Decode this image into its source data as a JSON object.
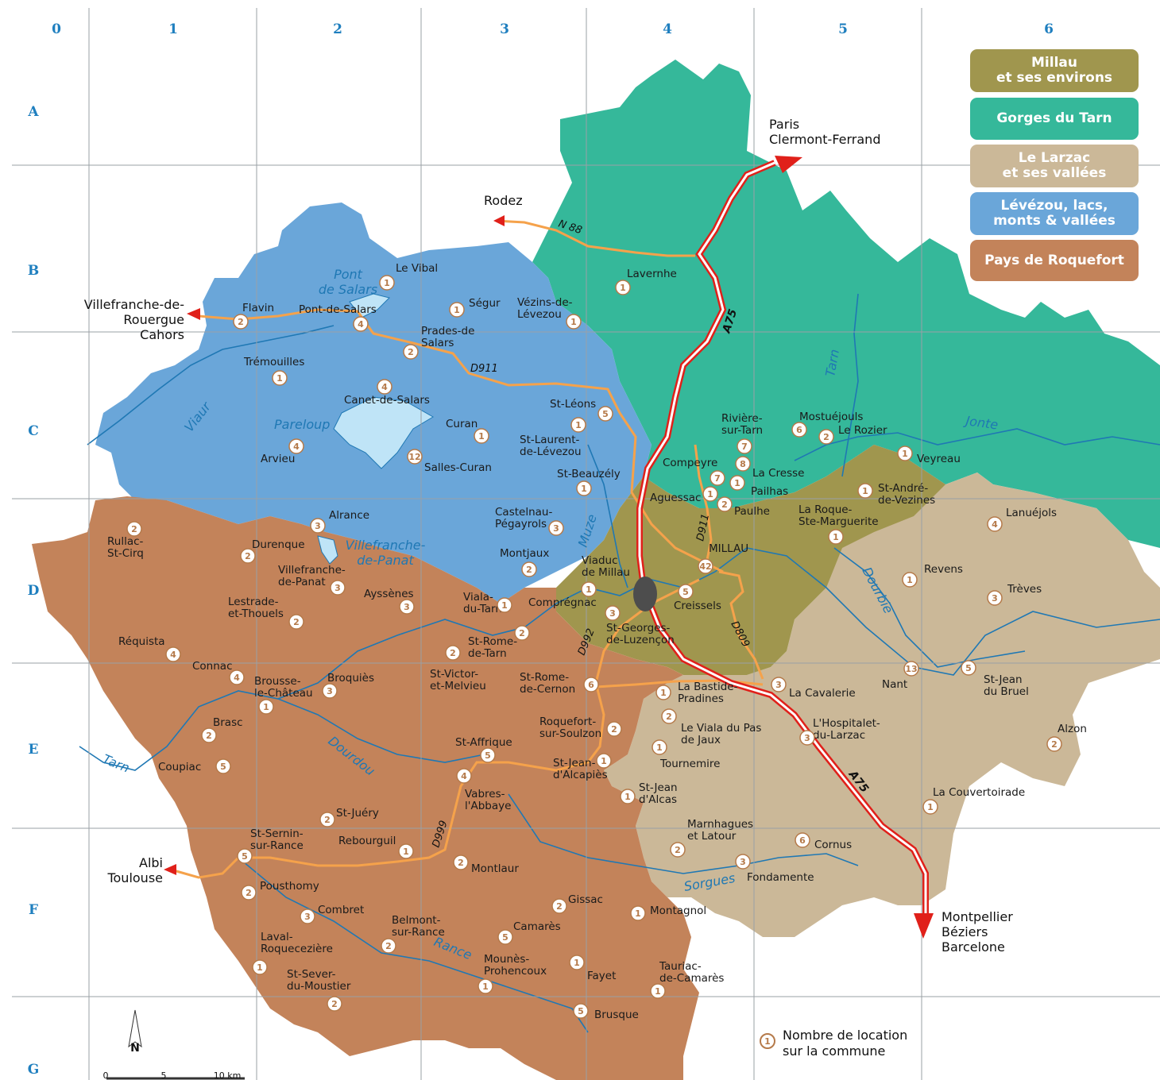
{
  "grid": {
    "columns": [
      "0",
      "1",
      "2",
      "3",
      "4",
      "5",
      "6"
    ],
    "rows": [
      "A",
      "B",
      "C",
      "D",
      "E",
      "F",
      "G"
    ]
  },
  "colors": {
    "millau": "#a0964e",
    "gorges": "#35b89a",
    "larzac": "#cbb898",
    "levezou": "#6aa6d9",
    "roquefort": "#c3835a",
    "rivers": "#1f78b4",
    "road": "#f5a24b",
    "motorway": "#e0201a"
  },
  "legend": [
    {
      "label": "Millau\net ses environs",
      "color": "#a0964e"
    },
    {
      "label": "Gorges du Tarn",
      "color": "#35b89a"
    },
    {
      "label": "Le Larzac\net ses vallées",
      "color": "#cbb898"
    },
    {
      "label": "Lévézou, lacs,\nmonts & vallées",
      "color": "#6aa6d9"
    },
    {
      "label": "Pays de Roquefort",
      "color": "#c3835a"
    }
  ],
  "destinations": {
    "north": "Paris\nClermont-Ferrand",
    "rodez": "Rodez",
    "west": "Villefranche-de-\nRouergue\nCahors",
    "south_west": "Albi\nToulouse",
    "south": "Montpellier\nBéziers\nBarcelone"
  },
  "roads": {
    "a75_1": "A75",
    "a75_2": "A75",
    "n88": "N 88",
    "d911a": "D911",
    "d911b": "D911",
    "d992": "D992",
    "d809": "D809",
    "d999": "D999"
  },
  "waters": {
    "viaur": "Viaur",
    "tarn_n": "Tarn",
    "jonte": "Jonte",
    "muze": "Muze",
    "dourbie": "Dourbie",
    "tarn_w": "Tarn",
    "dourdou": "Dourdou",
    "sorgues": "Sorgues",
    "rance": "Rance",
    "pont_salars": "Pont\nde Salars",
    "pareloup": "Pareloup",
    "villefranche_panat": "Villefranche-\nde-Panat"
  },
  "towns": [
    {
      "name": "Le Vibal",
      "count": 1
    },
    {
      "name": "Flavin",
      "count": 2
    },
    {
      "name": "Pont-de-Salars",
      "count": 4
    },
    {
      "name": "Ségur",
      "count": 1
    },
    {
      "name": "Vézins-de-\nLévezou",
      "count": 1
    },
    {
      "name": "Prades-de\nSalars",
      "count": 2
    },
    {
      "name": "Lavernhe",
      "count": 1
    },
    {
      "name": "Trémouilles",
      "count": 1
    },
    {
      "name": "Canet-de-Salars",
      "count": 4
    },
    {
      "name": "St-Léons",
      "count": 5
    },
    {
      "name": "Curan",
      "count": 1
    },
    {
      "name": "St-Laurent-\nde-Lévezou",
      "count": 1
    },
    {
      "name": "Arvieu",
      "count": 4
    },
    {
      "name": "Salles-Curan",
      "count": 12
    },
    {
      "name": "St-Beauzély",
      "count": 1
    },
    {
      "name": "Rivière-\nsur-Tarn",
      "count": 7
    },
    {
      "name": "Mostuéjouls",
      "count": 6
    },
    {
      "name": "Le Rozier",
      "count": 2
    },
    {
      "name": "Compeyre",
      "count": 8
    },
    {
      "name": "La Cresse",
      "count": 1
    },
    {
      "name": "Pailhas",
      "count": 7
    },
    {
      "name": "Veyreau",
      "count": 1
    },
    {
      "name": "St-André-\nde-Vezines",
      "count": 1
    },
    {
      "name": "Aguessac",
      "count": 1
    },
    {
      "name": "Paulhe",
      "count": 2
    },
    {
      "name": "La Roque-\nSte-Marguerite",
      "count": 1
    },
    {
      "name": "Lanuéjols",
      "count": 4
    },
    {
      "name": "Rullac-\nSt-Cirq",
      "count": 2
    },
    {
      "name": "Alrance",
      "count": 3
    },
    {
      "name": "Castelnau-\nPégayrols",
      "count": 3
    },
    {
      "name": "Durenque",
      "count": 2
    },
    {
      "name": "Montjaux",
      "count": 2
    },
    {
      "name": "Villefranche-\nde-Panat",
      "count": 3
    },
    {
      "name": "Viaduc\nde Millau",
      "count": 1
    },
    {
      "name": "MILLAU",
      "count": 42
    },
    {
      "name": "Revens",
      "count": 1
    },
    {
      "name": "Lestrade-\net-Thouels",
      "count": 2
    },
    {
      "name": "Ayssènes",
      "count": 3
    },
    {
      "name": "Viala-\ndu-Tarn",
      "count": 1
    },
    {
      "name": "Comprégnac",
      "count": 2
    },
    {
      "name": "Creissels",
      "count": 5
    },
    {
      "name": "Trèves",
      "count": 3
    },
    {
      "name": "St-Georges-\nde-Luzençon",
      "count": 3
    },
    {
      "name": "Réquista",
      "count": 4
    },
    {
      "name": "St-Rome-\nde-Tarn",
      "count": 2
    },
    {
      "name": "Connac",
      "count": 4
    },
    {
      "name": "Brousse-\nle-Château",
      "count": 1
    },
    {
      "name": "Broquiès",
      "count": 3
    },
    {
      "name": "St-Victor-\net-Melvieu",
      "count": null
    },
    {
      "name": "St-Rome-\nde-Cernon",
      "count": 6
    },
    {
      "name": "La Bastide-\nPradines",
      "count": 1
    },
    {
      "name": "La Cavalerie",
      "count": 3
    },
    {
      "name": "Nant",
      "count": 13
    },
    {
      "name": "St-Jean\ndu Bruel",
      "count": 5
    },
    {
      "name": "Brasc",
      "count": 2
    },
    {
      "name": "Roquefort-\nsur-Soulzon",
      "count": 2
    },
    {
      "name": "Le Viala du Pas\nde Jaux",
      "count": 2
    },
    {
      "name": "L'Hospitalet-\ndu-Larzac",
      "count": 3
    },
    {
      "name": "Alzon",
      "count": 2
    },
    {
      "name": "St-Affrique",
      "count": 5
    },
    {
      "name": "St-Jean-\nd'Alcapiès",
      "count": 1
    },
    {
      "name": "Tournemire",
      "count": 1
    },
    {
      "name": "Coupiac",
      "count": 5
    },
    {
      "name": "Vabres-\nl'Abbaye",
      "count": 4
    },
    {
      "name": "St-Jean\nd'Alcas",
      "count": 1
    },
    {
      "name": "La Couvertoirade",
      "count": 1
    },
    {
      "name": "St-Juéry",
      "count": 2
    },
    {
      "name": "St-Sernin-\nsur-Rance",
      "count": 5
    },
    {
      "name": "Rebourguil",
      "count": 1
    },
    {
      "name": "Marnhagues\net Latour",
      "count": 2
    },
    {
      "name": "Cornus",
      "count": 6
    },
    {
      "name": "Montlaur",
      "count": 2
    },
    {
      "name": "Fondamente",
      "count": 3
    },
    {
      "name": "Pousthomy",
      "count": 2
    },
    {
      "name": "Combret",
      "count": 3
    },
    {
      "name": "Gissac",
      "count": 2
    },
    {
      "name": "Montagnol",
      "count": 1
    },
    {
      "name": "Belmont-\nsur-Rance",
      "count": 2
    },
    {
      "name": "Camarès",
      "count": 5
    },
    {
      "name": "Laval-\nRoquecezière",
      "count": 1
    },
    {
      "name": "Mounès-\nProhencoux",
      "count": 1
    },
    {
      "name": "Fayet",
      "count": 1
    },
    {
      "name": "St-Sever-\ndu-Moustier",
      "count": 2
    },
    {
      "name": "Tauriac-\nde-Camarès",
      "count": 1
    },
    {
      "name": "Brusque",
      "count": 5
    }
  ],
  "note": {
    "count": 1,
    "text": "Nombre de location\nsur la commune"
  },
  "north": "N",
  "scale": {
    "s0": "0",
    "s5": "5",
    "s10": "10 km"
  }
}
